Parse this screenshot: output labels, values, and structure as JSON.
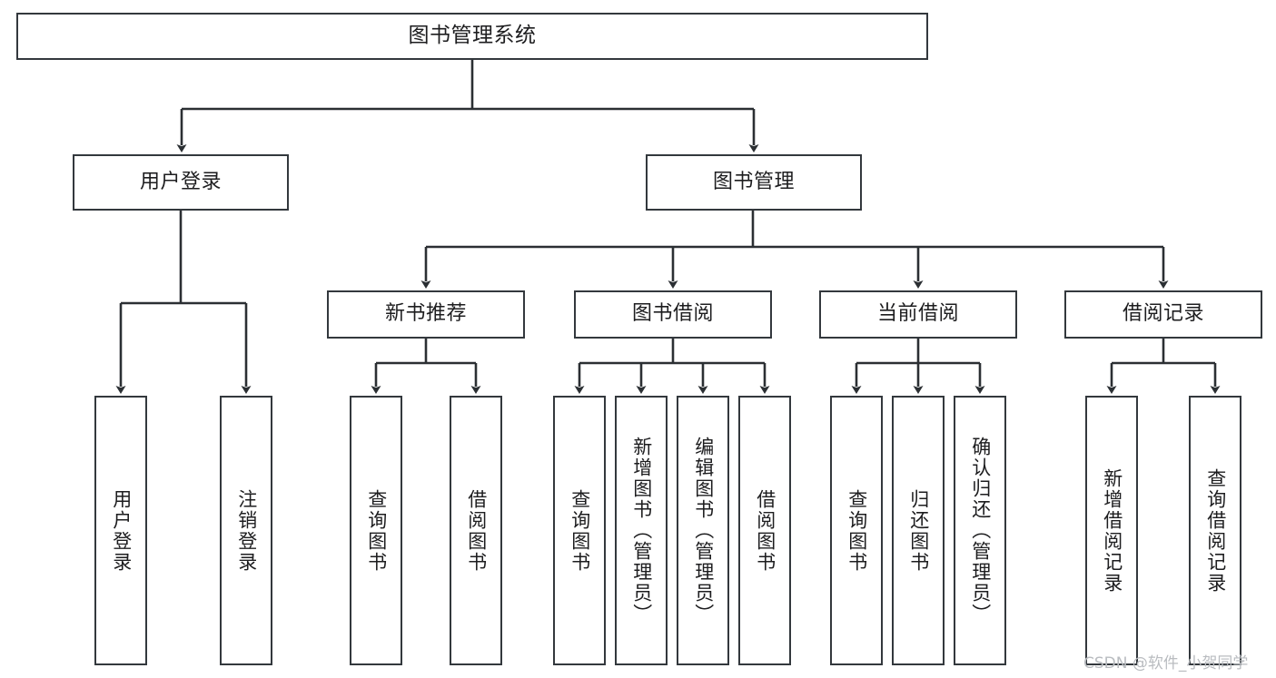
{
  "diagram": {
    "title": "图书管理系统",
    "type": "tree-hierarchy-chart",
    "line_color": "#33383d",
    "box_fill": "#ffffff",
    "text_color": "#1d1d1f",
    "watermark": {
      "text": "CSDN @软件_小贺同学",
      "color": "#b9bcc0"
    }
  },
  "nodes": {
    "root": {
      "label": "图书管理系统"
    },
    "level2": [
      {
        "id": "user-login",
        "label": "用户登录"
      },
      {
        "id": "book-manage",
        "label": "图书管理"
      }
    ],
    "level3": [
      {
        "id": "new-book-recommend",
        "label": "新书推荐"
      },
      {
        "id": "book-borrow",
        "label": "图书借阅"
      },
      {
        "id": "current-borrow",
        "label": "当前借阅"
      },
      {
        "id": "borrow-record",
        "label": "借阅记录"
      }
    ],
    "leaves": {
      "user_login": [
        {
          "id": "leaf-user-login",
          "label": "用户登录"
        },
        {
          "id": "leaf-logout-login",
          "label": "注销登录"
        }
      ],
      "new_book_recommend": [
        {
          "id": "leaf-query-book-1",
          "label": "查询图书"
        },
        {
          "id": "leaf-borrow-book-1",
          "label": "借阅图书"
        }
      ],
      "book_borrow": [
        {
          "id": "leaf-query-book-2",
          "label": "查询图书"
        },
        {
          "id": "leaf-add-book",
          "label": "新增图书（管理员）"
        },
        {
          "id": "leaf-edit-book",
          "label": "编辑图书（管理员）"
        },
        {
          "id": "leaf-borrow-book-2",
          "label": "借阅图书"
        }
      ],
      "current_borrow": [
        {
          "id": "leaf-query-book-3",
          "label": "查询图书"
        },
        {
          "id": "leaf-return-book",
          "label": "归还图书"
        },
        {
          "id": "leaf-confirm-return",
          "label": "确认归还（管理员）"
        }
      ],
      "borrow_record": [
        {
          "id": "leaf-add-record",
          "label": "新增借阅记录"
        },
        {
          "id": "leaf-query-record",
          "label": "查询借阅记录"
        }
      ]
    }
  }
}
